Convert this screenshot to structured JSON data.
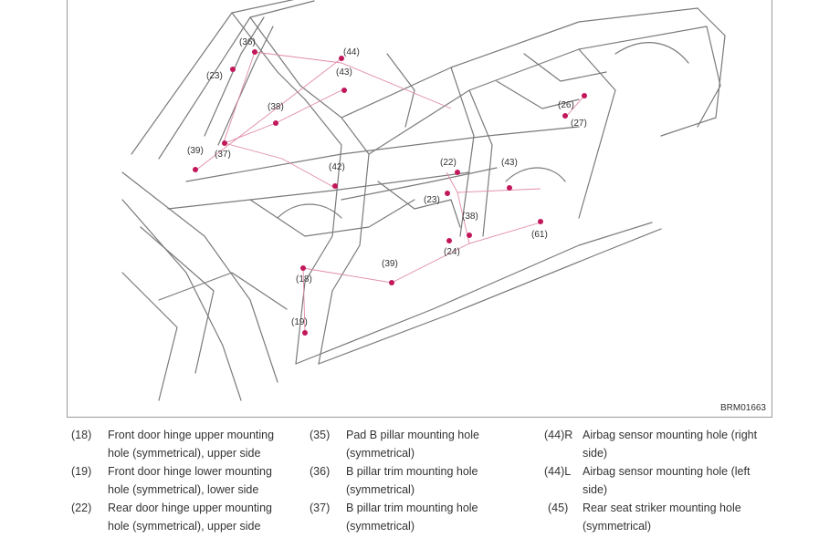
{
  "figure": {
    "id_label": "BRM01663",
    "callouts": [
      {
        "text": "(36)"
      },
      {
        "text": "(44)"
      },
      {
        "text": "(43)"
      },
      {
        "text": "(23)"
      },
      {
        "text": "(38)"
      },
      {
        "text": "(37)"
      },
      {
        "text": "(39)"
      },
      {
        "text": "(42)"
      },
      {
        "text": "(22)"
      },
      {
        "text": "(43)"
      },
      {
        "text": "(23)"
      },
      {
        "text": "(38)"
      },
      {
        "text": "(24)"
      },
      {
        "text": "(61)"
      },
      {
        "text": "(26)"
      },
      {
        "text": "(27)"
      },
      {
        "text": "(39)"
      },
      {
        "text": "(18)"
      },
      {
        "text": "(19)"
      }
    ]
  },
  "legend": [
    {
      "num": "(18)",
      "desc": "Front door hinge upper mounting hole (symmetrical), upper side"
    },
    {
      "num": "(19)",
      "desc": "Front door hinge lower mounting hole (symmetrical), lower side"
    },
    {
      "num": "(22)",
      "desc": "Rear door hinge upper mounting hole (symmetrical), upper side"
    },
    {
      "num": "(35)",
      "desc": "Pad B pillar mounting hole (symmetrical)"
    },
    {
      "num": "(36)",
      "desc": "B pillar trim mounting hole (symmetrical)"
    },
    {
      "num": "(37)",
      "desc": "B pillar trim mounting hole (symmetrical)"
    },
    {
      "num": "(44)R",
      "desc": "Airbag sensor mounting hole (right side)"
    },
    {
      "num": "(44)L",
      "desc": "Airbag sensor mounting hole (left side)"
    },
    {
      "num": "(45)",
      "desc": "Rear seat striker mounting hole (symmetrical)"
    }
  ],
  "colors": {
    "outline": "#7a7a7a",
    "marker": "#c2185b",
    "leader": "#e08ca8"
  }
}
